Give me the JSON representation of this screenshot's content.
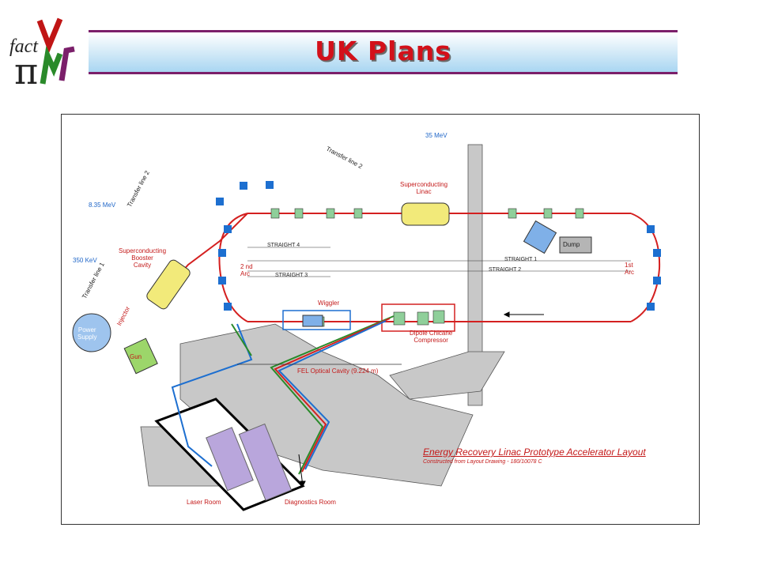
{
  "slide": {
    "title": "UK Plans",
    "logo_text": "fact"
  },
  "diagram": {
    "caption_title": "Energy Recovery Linac Prototype Accelerator Layout",
    "caption_sub": "Constructed from Layout Drawing - 180/10078 C",
    "labels": {
      "energy_35": "35 MeV",
      "energy_835": "8.35 MeV",
      "energy_350": "350 KeV",
      "transfer_line_1": "Transfer line 1",
      "transfer_line_2a": "Transfer line 2",
      "transfer_line_2b": "Transfer line 2",
      "sc_linac": "Superconducting\nLinac",
      "sc_booster": "Superconducting\nBooster\nCavity",
      "power_supply": "Power\nSupply",
      "gun": "Gun",
      "injector": "Injector",
      "dump": "Dump",
      "arc2": "2 nd\nArc",
      "arc1": "1st\nArc",
      "wiggler": "Wiggler",
      "chicane": "Dipole Chicane\nCompressor",
      "fel": "FEL Optical Cavity (9.224 m)",
      "laser_room": "Laser Room",
      "diagnostics_room": "Diagnostics Room",
      "straight1": "STRAIGHT 1",
      "straight2": "STRAIGHT 2",
      "straight3": "STRAIGHT 3",
      "straight4": "STRAIGHT 4"
    },
    "colors": {
      "title_red": "#d3101a",
      "accent_purple": "#7b1f6a",
      "beam_red": "#d42020",
      "magnet_blue": "#1d6fd0",
      "wall_gray": "#c8c8c8",
      "cavity_yellow": "#f2ea7a"
    }
  }
}
